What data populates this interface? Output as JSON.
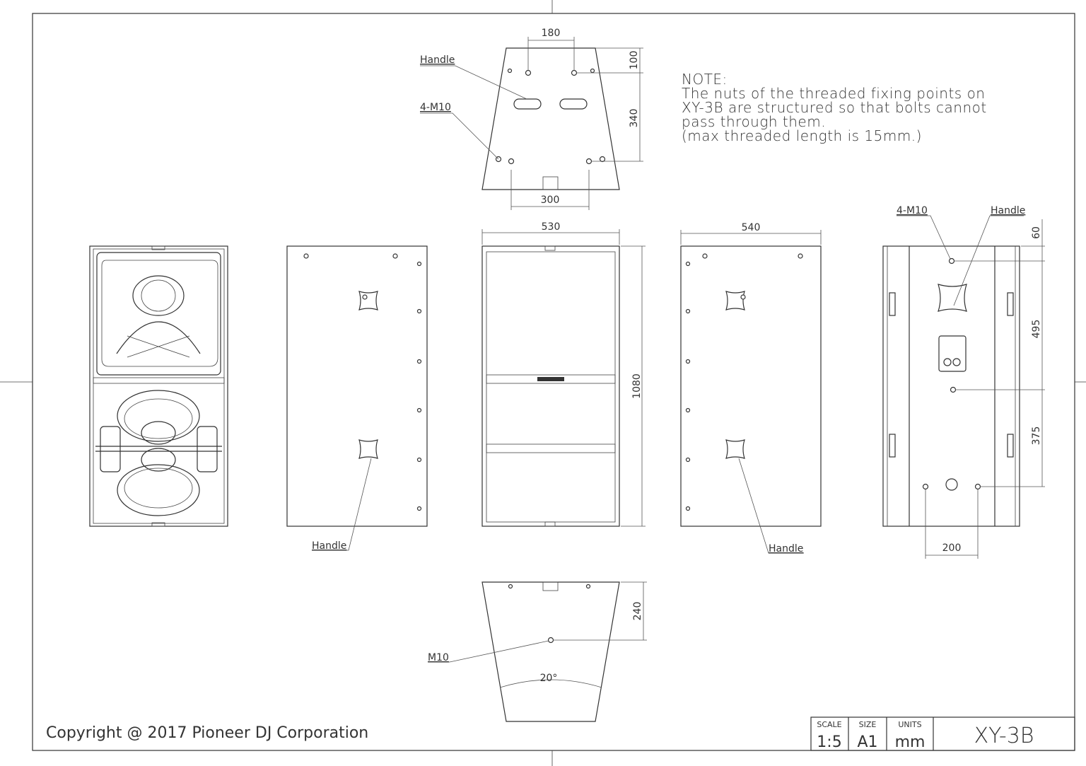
{
  "top_view": {
    "dim_180": "180",
    "dim_100": "100",
    "dim_340": "340",
    "dim_300": "300",
    "label_handle": "Handle",
    "label_4m10": "4-M10"
  },
  "note": {
    "lines": [
      "NOTE:",
      "The nuts of the threaded fixing points on",
      "XY-3B are structured so that bolts cannot",
      "pass through them.",
      "(max threaded length is 15mm.)"
    ]
  },
  "front_view": {
    "dim_width": "530",
    "dim_height": "1080"
  },
  "left_side_view": {
    "label_handle": "Handle"
  },
  "right_side_view": {
    "dim_width": "540",
    "label_handle": "Handle"
  },
  "rear_view": {
    "label_4m10": "4-M10",
    "label_handle": "Handle",
    "dim_60": "60",
    "dim_495": "495",
    "dim_375": "375",
    "dim_200": "200"
  },
  "bottom_view": {
    "dim_240": "240",
    "label_m10": "M10",
    "angle": "20°"
  },
  "copyright": "Copyright @ 2017 Pioneer DJ Corporation",
  "title_block": {
    "scale_label": "SCALE",
    "scale_value": "1:5",
    "size_label": "SIZE",
    "size_value": "A1",
    "units_label": "UNITS",
    "units_value": "mm",
    "model": "XY-3B"
  }
}
